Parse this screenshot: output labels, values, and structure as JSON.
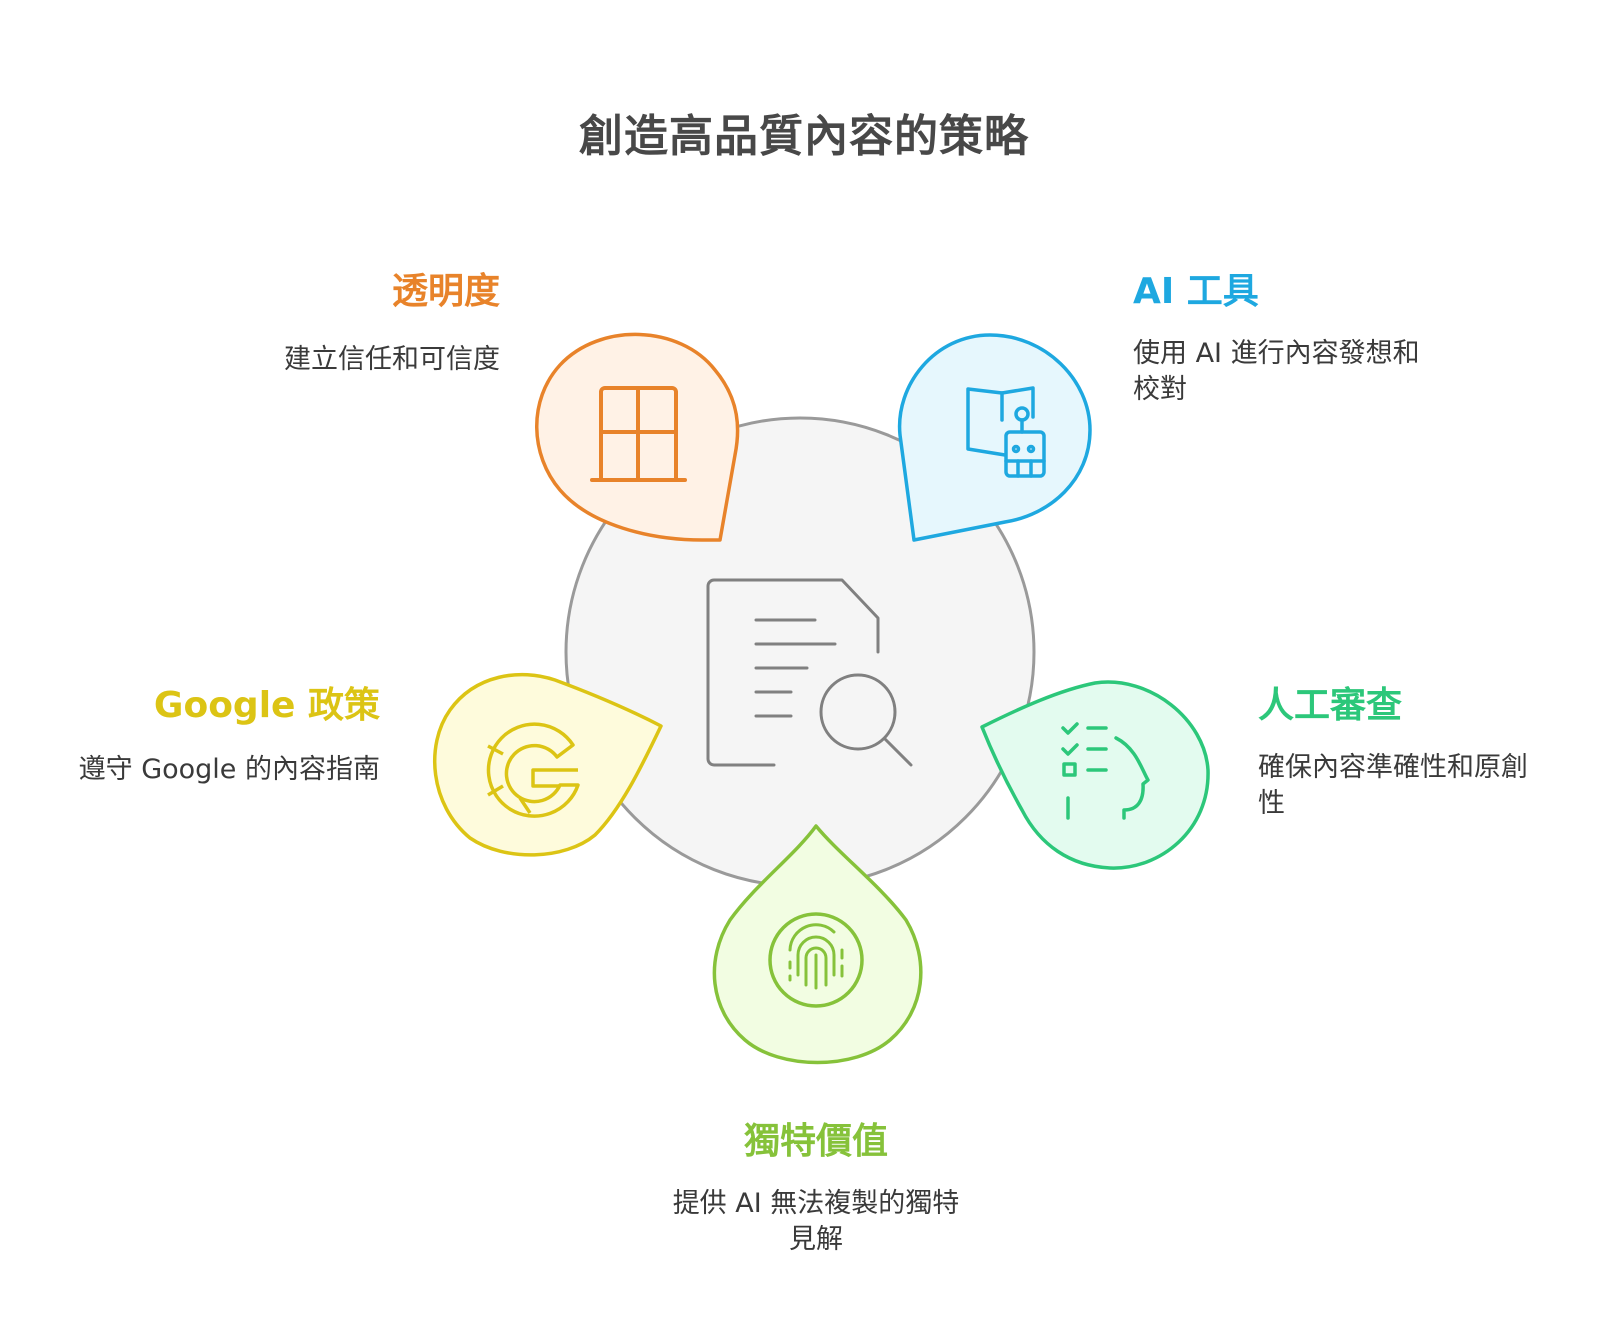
{
  "title": "創造高品質內容的策略",
  "center": {
    "icon": "document-search-icon",
    "fill": "#f5f5f5",
    "stroke": "#9a9a9a"
  },
  "items": [
    {
      "id": "transparency",
      "label": "透明度",
      "description": "建立信任和可信度",
      "icon": "window-icon",
      "color": "#e8832a",
      "fill": "#fff2e6"
    },
    {
      "id": "ai-tools",
      "label": "AI 工具",
      "description": "使用 AI 進行內容發想和校對",
      "description_lines": [
        "使用 AI 進行內容發想和",
        "校對"
      ],
      "icon": "book-robot-icon",
      "color": "#1ea8e0",
      "fill": "#e6f7fd"
    },
    {
      "id": "google-policy",
      "label": "Google 政策",
      "description": "遵守 Google 的內容指南",
      "icon": "google-g-icon",
      "color": "#dcc414",
      "fill": "#fefbdc"
    },
    {
      "id": "human-review",
      "label": "人工審查",
      "description": "確保內容準確性和原創性",
      "description_lines": [
        "確保內容準確性和原創",
        "性"
      ],
      "icon": "checklist-head-icon",
      "color": "#2cc77a",
      "fill": "#e3fbef"
    },
    {
      "id": "unique-value",
      "label": "獨特價值",
      "description": "提供 AI 無法複製的獨特見解",
      "description_lines": [
        "提供 AI 無法複製的獨特",
        "見解"
      ],
      "icon": "fingerprint-icon",
      "color": "#86c23a",
      "fill": "#f2fde2"
    }
  ]
}
